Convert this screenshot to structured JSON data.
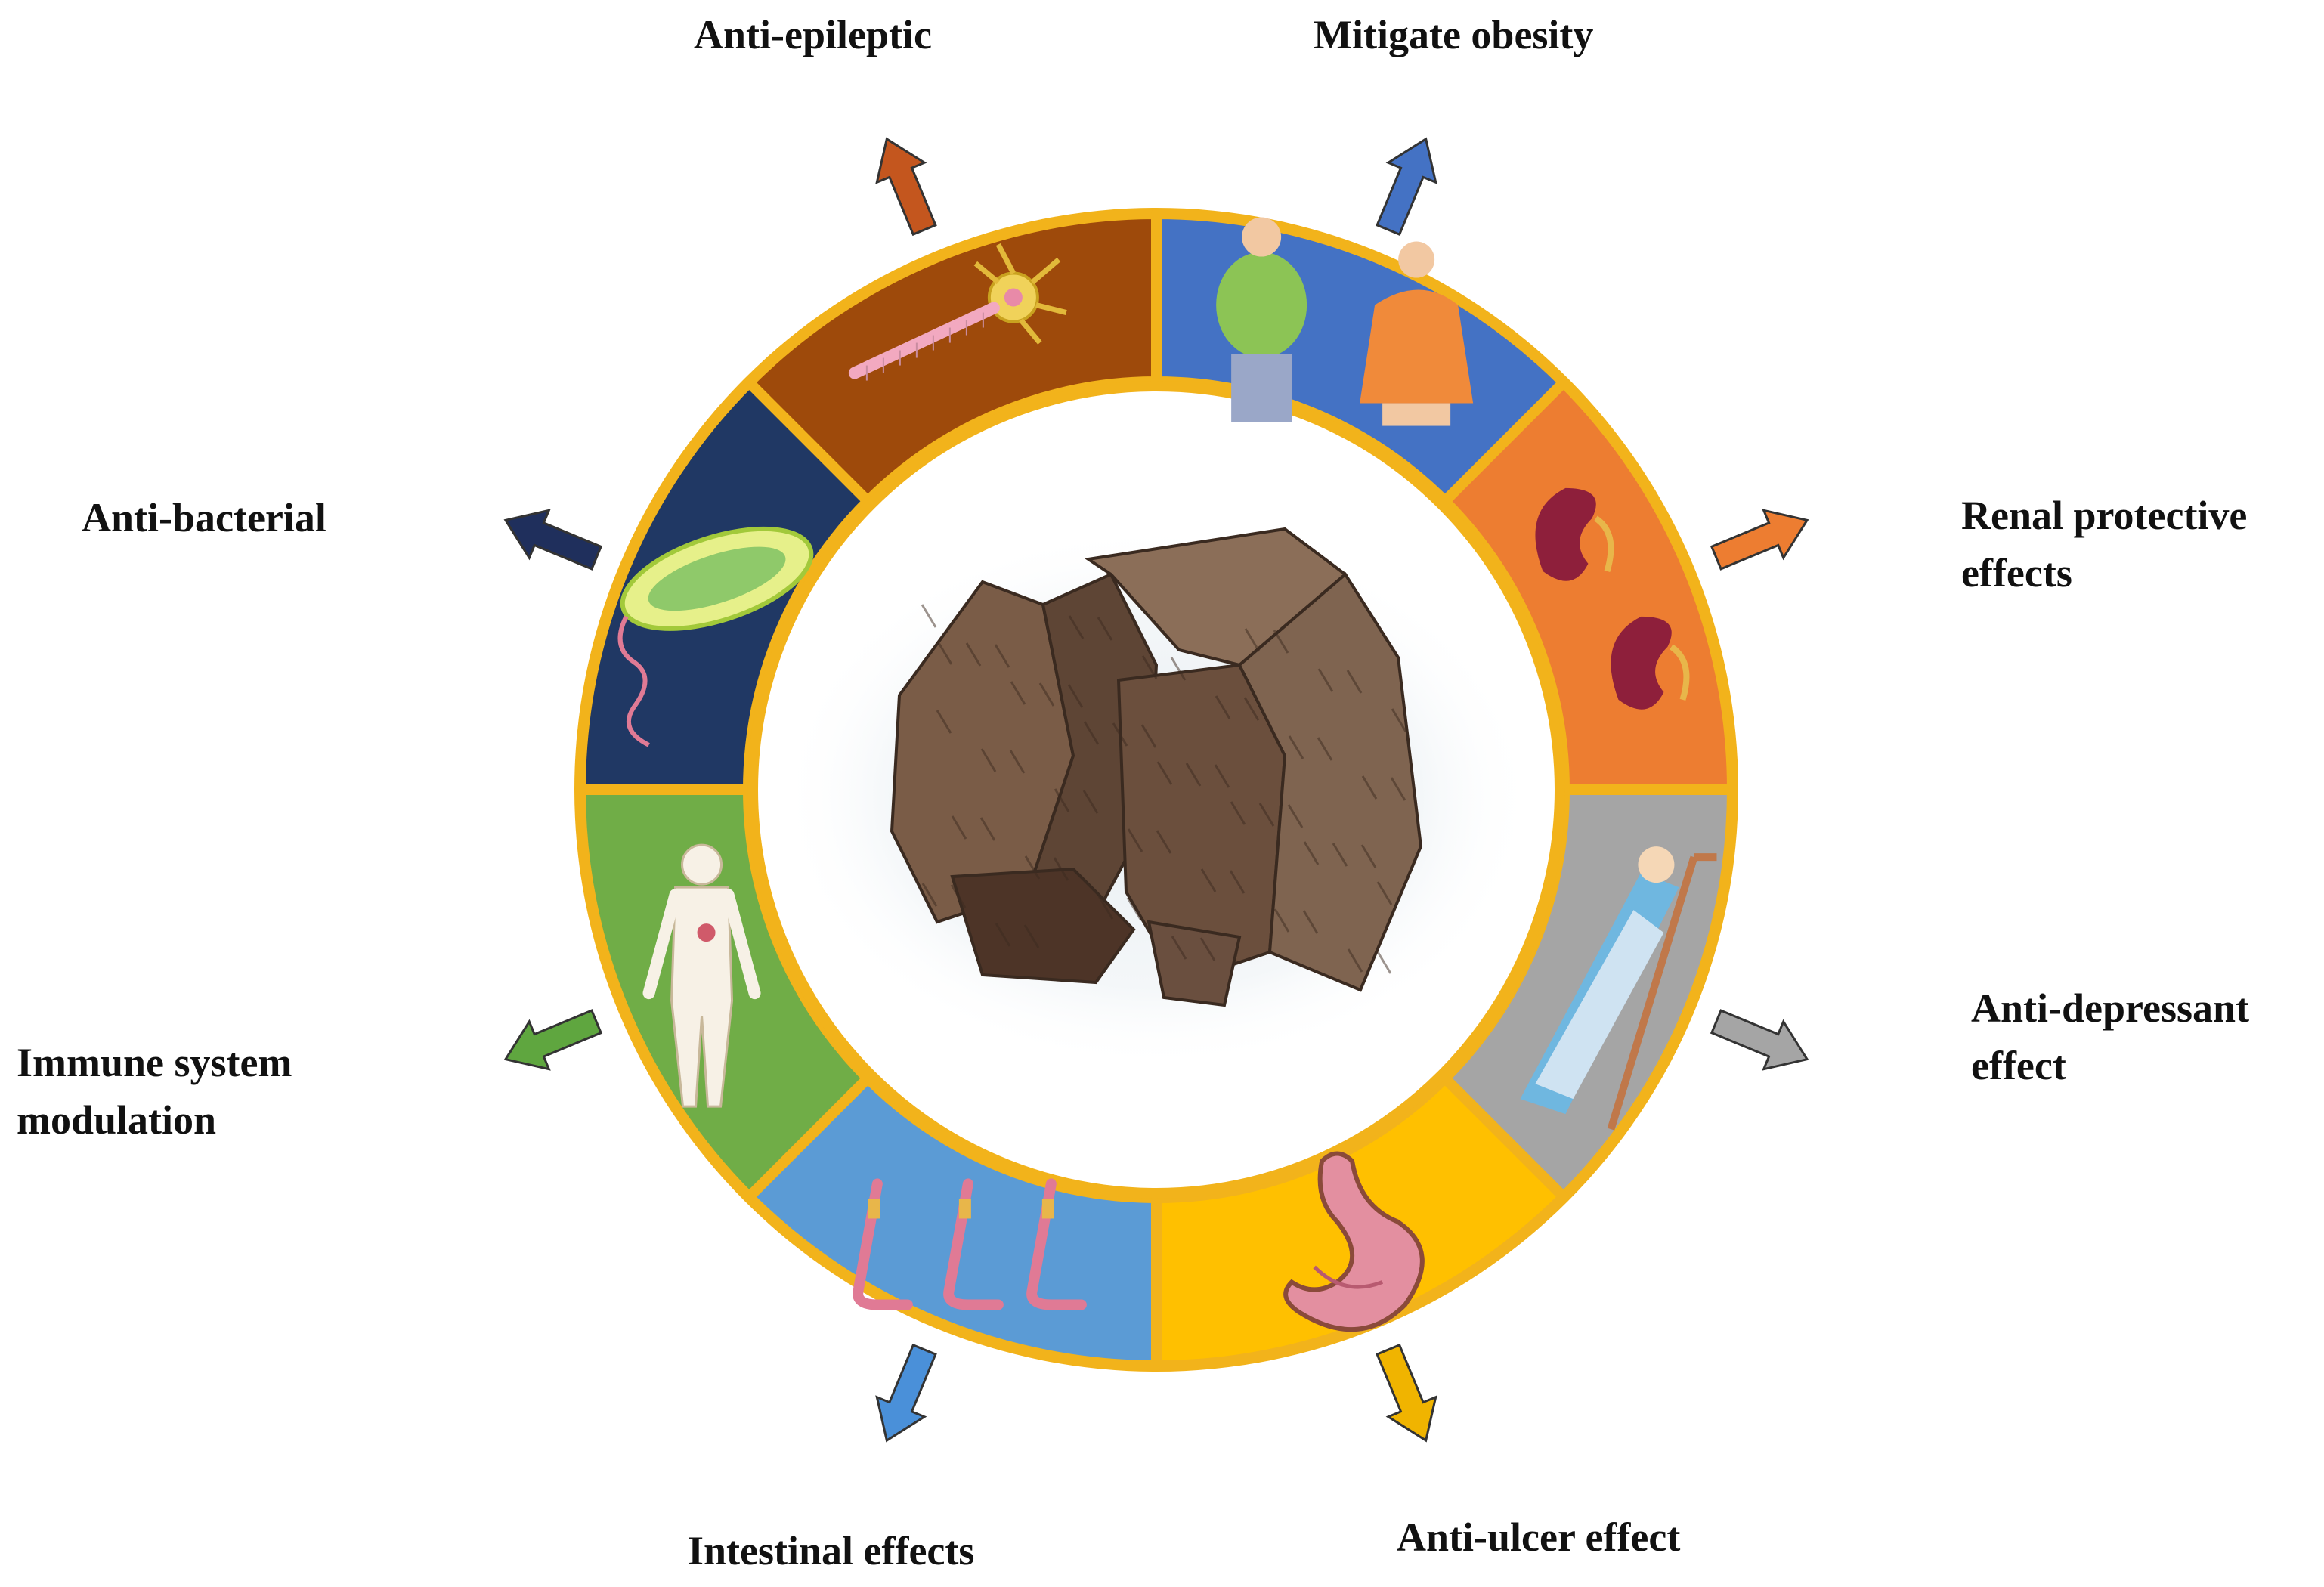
{
  "segments": [
    {
      "id": "epileptic",
      "label": "Anti-epileptic",
      "lines": [
        "Anti-epileptic"
      ],
      "color": "#9E4A0B",
      "arrow_color": "#C4561E",
      "icon": "neuron-icon"
    },
    {
      "id": "obesity",
      "label": "Mitigate obesity",
      "lines": [
        "Mitigate obesity"
      ],
      "color": "#4472C4",
      "arrow_color": "#4472C4",
      "icon": "obese-people-icon"
    },
    {
      "id": "renal",
      "label": "Renal protective effects",
      "lines": [
        "Renal protective",
        "effects"
      ],
      "color": "#ED7D31",
      "arrow_color": "#ED7D31",
      "icon": "kidney-icon"
    },
    {
      "id": "depressant",
      "label": "Anti-depressant effect",
      "lines": [
        "Anti-depressant",
        "effect"
      ],
      "color": "#A5A5A5",
      "arrow_color": "#A5A5A5",
      "icon": "reclining-person-icon"
    },
    {
      "id": "ulcer",
      "label": "Anti-ulcer effect",
      "lines": [
        "Anti-ulcer effect"
      ],
      "color": "#FFC000",
      "arrow_color": "#F0B400",
      "icon": "stomach-icon"
    },
    {
      "id": "intestinal",
      "label": "Intestinal effects",
      "lines": [
        "Intestinal effects"
      ],
      "color": "#5B9BD5",
      "arrow_color": "#4A90D9",
      "icon": "intestinal-villi-icon"
    },
    {
      "id": "immune",
      "label": "Immune system modulation",
      "lines": [
        "Immune system",
        "modulation"
      ],
      "color": "#70AD47",
      "arrow_color": "#5FA63F",
      "icon": "human-body-icon"
    },
    {
      "id": "bacterial",
      "label": "Anti-bacterial",
      "lines": [
        "Anti-bacterial"
      ],
      "color": "#203864",
      "arrow_color": "#1F2F5C",
      "icon": "bacterium-icon"
    }
  ],
  "ring": {
    "border_color": "#F2B31B"
  },
  "center": {
    "icon": "dried-bark-pieces-image"
  }
}
